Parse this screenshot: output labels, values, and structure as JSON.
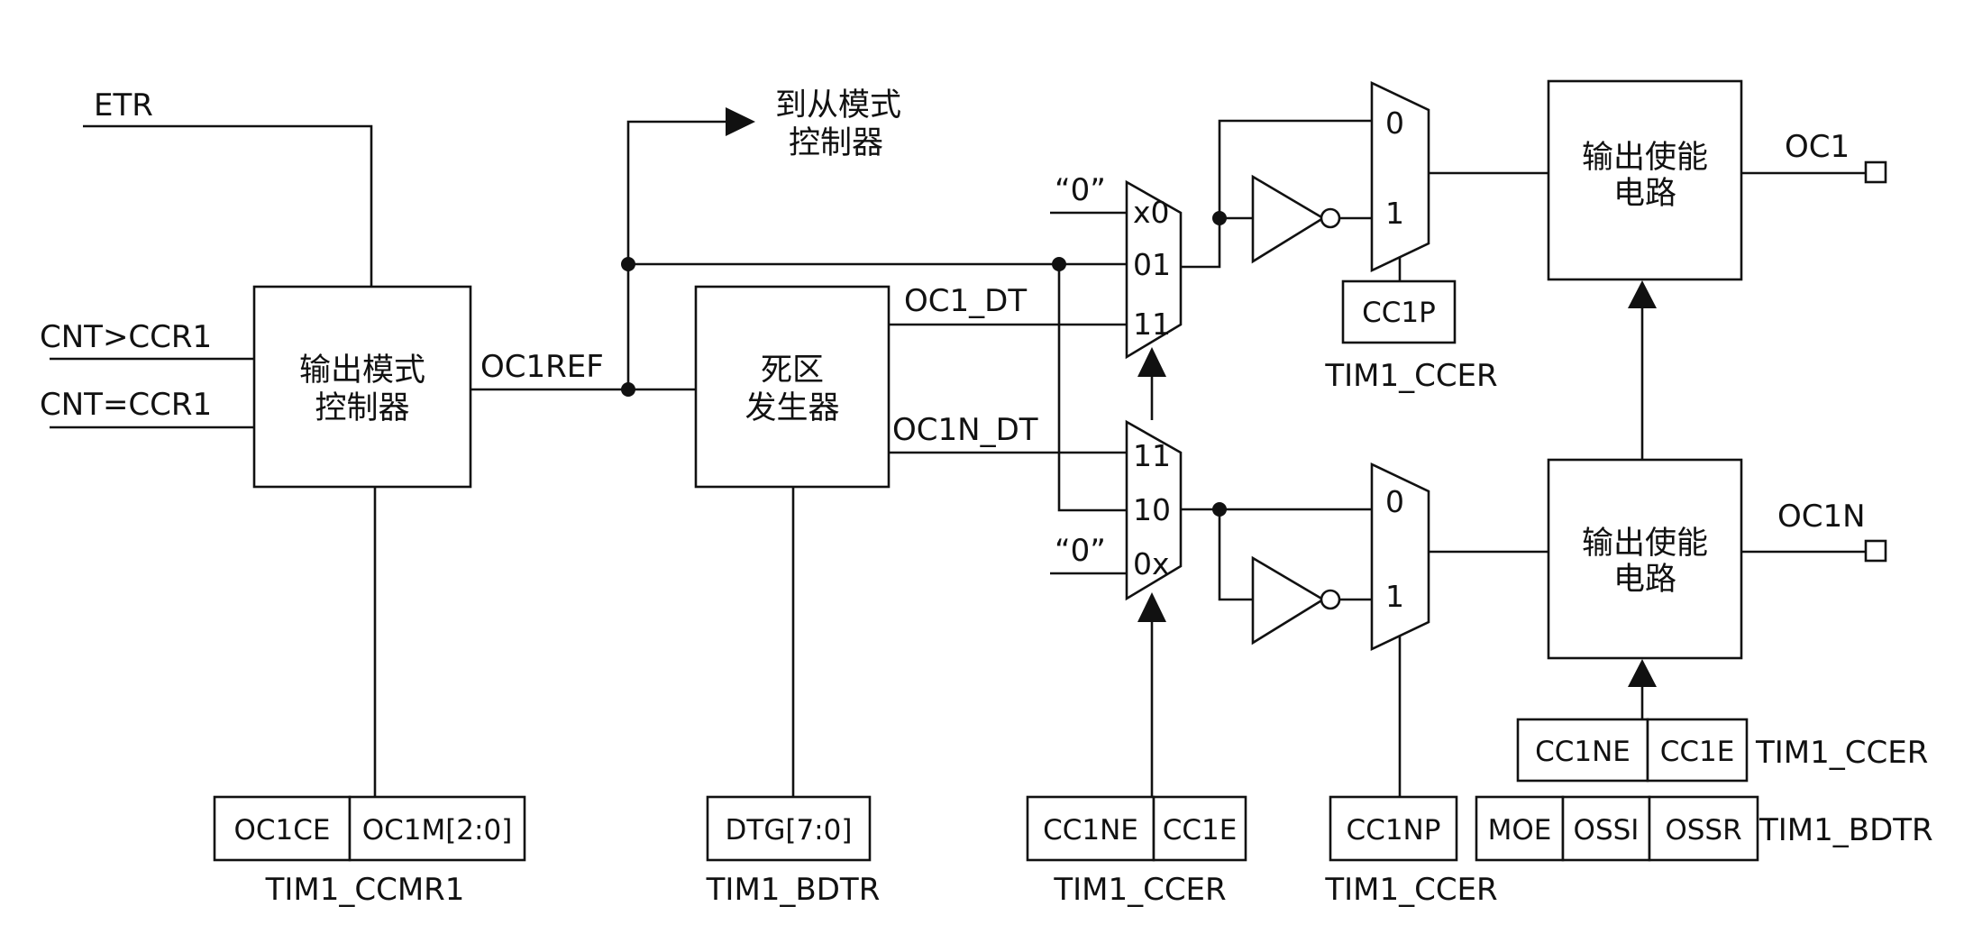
{
  "signals": {
    "etr": "ETR",
    "cnt_gt": "CNT>CCR1",
    "cnt_eq": "CNT=CCR1",
    "oc1ref": "OC1REF",
    "oc1_dt": "OC1_DT",
    "oc1n_dt": "OC1N_DT",
    "oc1": "OC1",
    "oc1n": "OC1N",
    "to_slave_line1": "到从模式",
    "to_slave_line2": "控制器",
    "zero_top": "“0”",
    "zero_bottom": "“0”"
  },
  "blocks": {
    "output_mode_line1": "输出模式",
    "output_mode_line2": "控制器",
    "deadtime_line1": "死区",
    "deadtime_line2": "发生器",
    "enable_top_line1": "输出使能",
    "enable_top_line2": "电路",
    "enable_bottom_line1": "输出使能",
    "enable_bottom_line2": "电路"
  },
  "mux": {
    "top_in0": "x0",
    "top_in1": "01",
    "top_in2": "11",
    "bottom_in0": "11",
    "bottom_in1": "10",
    "bottom_in2": "0x",
    "sel_top_0": "0",
    "sel_top_1": "1",
    "sel_bottom_0": "0",
    "sel_bottom_1": "1"
  },
  "registers": {
    "ccmr1_field1": "OC1CE",
    "ccmr1_field2": "OC1M[2:0]",
    "ccmr1_name": "TIM1_CCMR1",
    "bdtr_field": "DTG[7:0]",
    "bdtr_name": "TIM1_BDTR",
    "ccer_mid_field1": "CC1NE",
    "ccer_mid_field2": "CC1E",
    "ccer_mid_name": "TIM1_CCER",
    "cc1p_field": "CC1P",
    "cc1p_name": "TIM1_CCER",
    "cc1np_field": "CC1NP",
    "cc1np_name": "TIM1_CCER",
    "ccer_right_field1": "CC1NE",
    "ccer_right_field2": "CC1E",
    "ccer_right_name": "TIM1_CCER",
    "bdtr_right_field1": "MOE",
    "bdtr_right_field2": "OSSI",
    "bdtr_right_field3": "OSSR",
    "bdtr_right_name": "TIM1_BDTR"
  }
}
